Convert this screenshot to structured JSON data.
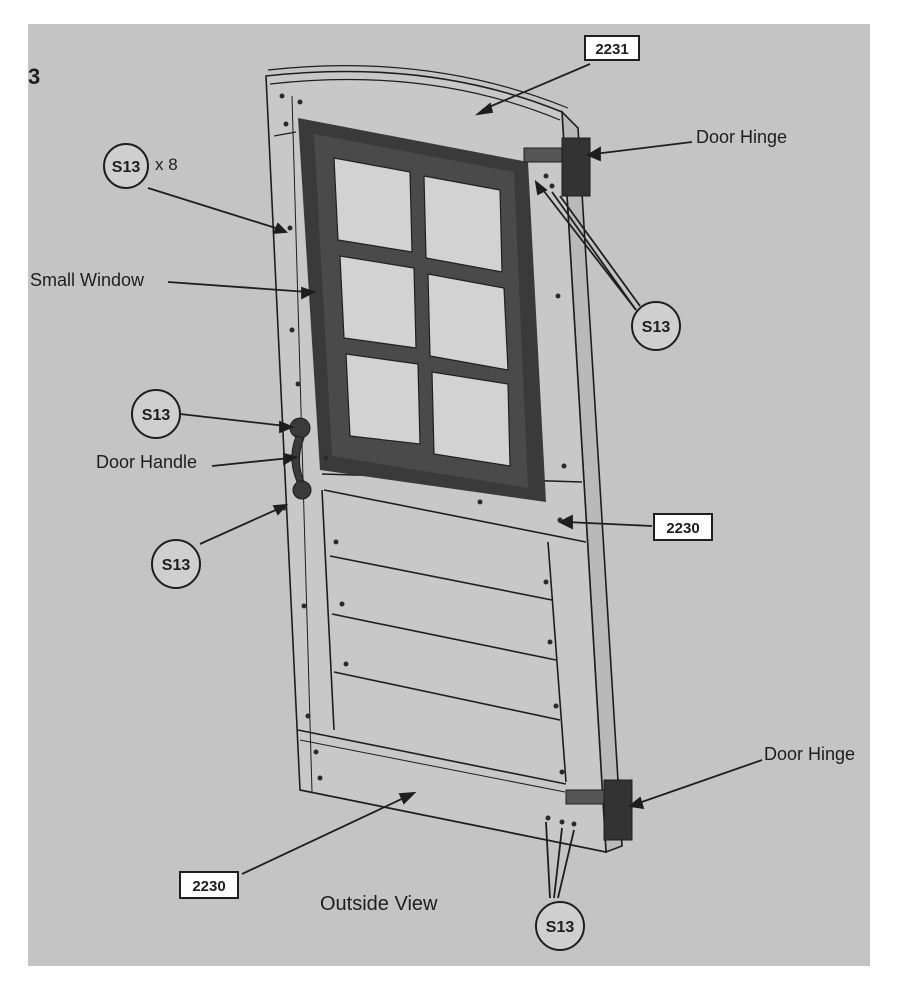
{
  "step_number": "3",
  "part_labels": {
    "top_arch": "2231",
    "mid_panel": "2230",
    "bottom_panel": "2230"
  },
  "screw_callouts": {
    "top_left": "S13",
    "top_left_qty": "x 8",
    "right_upper": "S13",
    "handle_upper": "S13",
    "handle_lower": "S13",
    "bottom_right": "S13"
  },
  "text_labels": {
    "door_hinge_top": "Door Hinge",
    "door_hinge_bottom": "Door Hinge",
    "small_window": "Small Window",
    "door_handle": "Door Handle",
    "outside_view": "Outside View"
  },
  "colors": {
    "paper": "#c4c4c4",
    "ink": "#1e1e1e",
    "window_frame": "#3a3a3a",
    "glass": "#d2d2d2",
    "hinge": "#333333"
  }
}
